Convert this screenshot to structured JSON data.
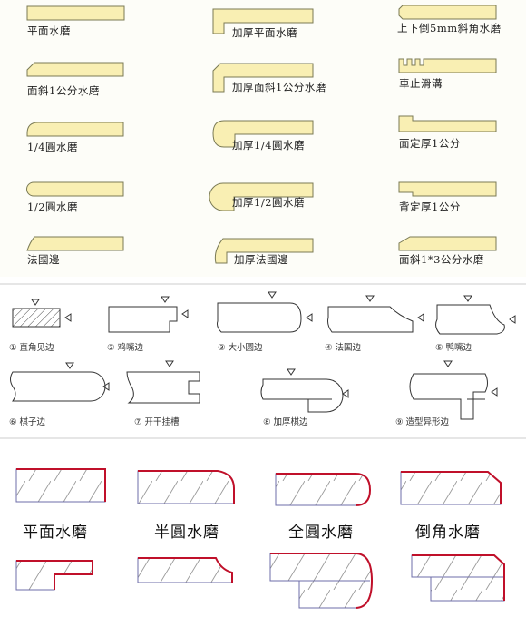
{
  "colors": {
    "board_fill": "#f9efb3",
    "board_stroke": "#7a7a55",
    "hatch": "#999999",
    "red_edge": "#c0102a"
  },
  "panel1": {
    "labels": [
      "平面水磨",
      "加厚平面水磨",
      "上下倒5mm斜角水磨",
      "面斜1公分水磨",
      "加厚面斜1公分水磨",
      "車止滑溝",
      "1/4圓水磨",
      "加厚1/4圓水磨",
      "面定厚1公分",
      "1/2圓水磨",
      "加厚1/2圓水磨",
      "背定厚1公分",
      "法國邊",
      "加厚法國邊",
      "面斜1*3公分水磨"
    ]
  },
  "panel2": {
    "labels": [
      "① 直角见边",
      "② 鸡嘴边",
      "③ 大小圆边",
      "④ 法国边",
      "⑤ 鸭嘴边",
      "⑥ 棋子边",
      "⑦ 开干挂槽",
      "⑧ 加厚棋边",
      "⑨ 造型异形边"
    ]
  },
  "panel3": {
    "labels": [
      "平面水磨",
      "半圓水磨",
      "全圓水磨",
      "倒角水磨"
    ]
  }
}
